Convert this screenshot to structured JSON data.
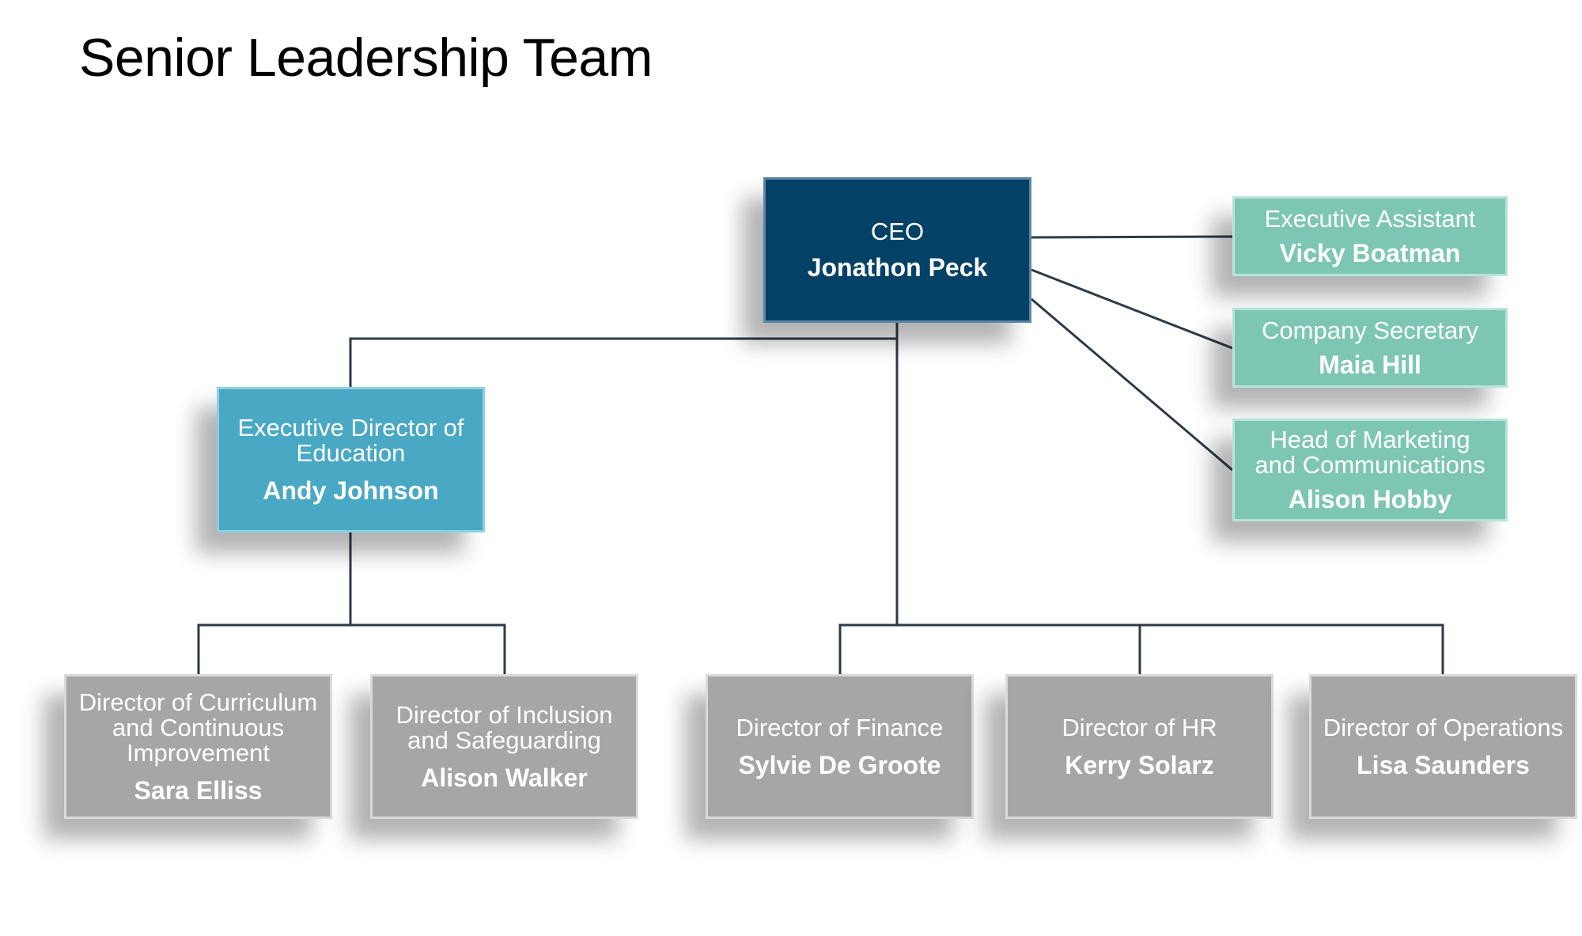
{
  "title": "Senior Leadership Team",
  "colors": {
    "ceo": "#034266",
    "executive_director": "#49a8c4",
    "support_staff": "#7ec6b4",
    "directors": "#a6a6a6",
    "connector": "#2e3a48"
  },
  "ceo": {
    "role": "CEO",
    "name": "Jonathon Peck"
  },
  "executive_director": {
    "role": "Executive Director of\nEducation",
    "name": "Andy Johnson"
  },
  "assistants": [
    {
      "role": "Executive Assistant",
      "name": "Vicky Boatman"
    },
    {
      "role": "Company Secretary",
      "name": "Maia Hill"
    },
    {
      "role": "Head of Marketing\nand Communications",
      "name": "Alison Hobby"
    }
  ],
  "education_directors": [
    {
      "role": "Director of Curriculum\nand Continuous\nImprovement",
      "name": "Sara Elliss"
    },
    {
      "role": "Director of Inclusion\nand Safeguarding",
      "name": "Alison Walker"
    }
  ],
  "ceo_directors": [
    {
      "role": "Director of Finance",
      "name": "Sylvie De Groote"
    },
    {
      "role": "Director of HR",
      "name": "Kerry Solarz"
    },
    {
      "role": "Director of Operations",
      "name": "Lisa Saunders"
    }
  ]
}
